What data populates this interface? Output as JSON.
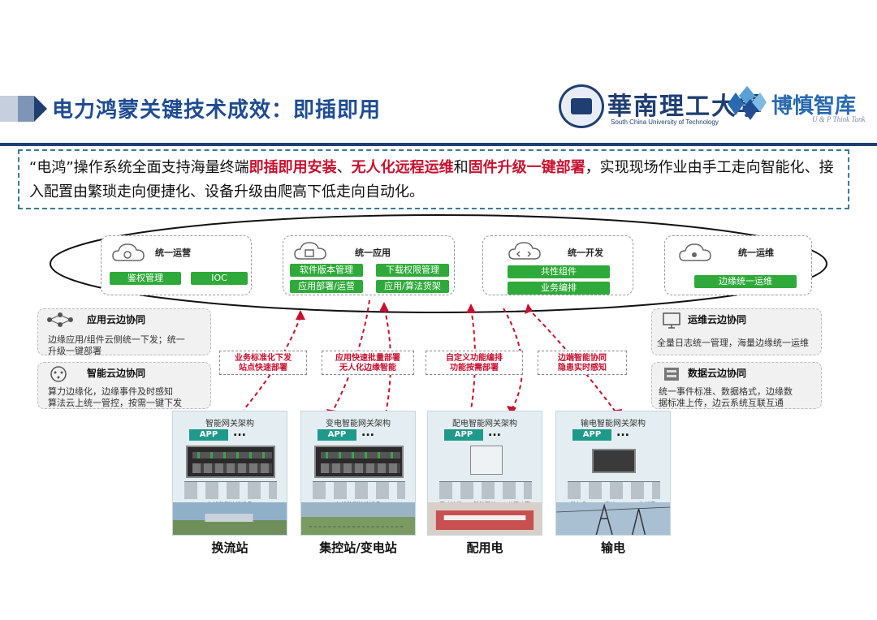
{
  "header": {
    "title": "电力鸿蒙关键技术成效：即插即用",
    "university_cn": "華南理工大學",
    "university_en": "South China University of Technology",
    "tank_cn": "博慎智库",
    "tank_en": "U & P Think Tank"
  },
  "summary": {
    "p1": "“电鸿”操作系统全面支持海量终端",
    "r1": "即插即用安装",
    "p2": "、",
    "r2": "无人化远程运维",
    "p3": "和",
    "r3": "固件升级一键部署",
    "p4": "，实现现场作业由手工走向智能化、接入配置由繁琐走向便捷化、设备升级由爬高下低走向自动化。"
  },
  "cloud": {
    "ops": {
      "title": "统一运营",
      "btn1": "鉴权管理",
      "btn2": "IOC"
    },
    "app": {
      "title": "统一应用",
      "btn1": "软件版本管理",
      "btn2": "下载权限管理",
      "btn3": "应用部署/运营",
      "btn4": "应用/算法货架"
    },
    "dev": {
      "title": "统一开发",
      "btn1": "共性组件",
      "btn2": "业务编排"
    },
    "maint": {
      "title": "统一运维",
      "btn1": "边缘统一运维"
    }
  },
  "side": {
    "left1": {
      "title": "应用云边协同",
      "text1": "边缘应用/组件云侧统一下发；统一",
      "text2": "升级一键部署"
    },
    "left2": {
      "title": "智能云边协同",
      "text1": "算力边缘化，边缘事件及时感知",
      "text2": "算法云上统一管控，按需一键下发"
    },
    "right1": {
      "title": "运维云边协同",
      "text1": "全量日志统一管理，海量边缘统一运维"
    },
    "right2": {
      "title": "数据云边协同",
      "text1": "统一事件标准、数据格式，边缘数",
      "text2": "据标准上传，边云系统互联互通"
    }
  },
  "labels": [
    {
      "l1": "业务标准化下发",
      "l2": "站点快速部署"
    },
    {
      "l1": "应用快速批量部署",
      "l2": "无人化边缘智能"
    },
    {
      "l1": "自定义功能编排",
      "l2": "功能按需部署"
    },
    {
      "l1": "边端智能协同",
      "l2": "隐患实时感知"
    }
  ],
  "sites": [
    {
      "title": "智能网关架构",
      "app": "APP",
      "dots": "...",
      "caption": "在线监测终端设备",
      "name": "换流站"
    },
    {
      "title": "变电智能网关架构",
      "app": "APP",
      "dots": "...",
      "caption": "在线监测终端设备",
      "name": "集控站/变电站"
    },
    {
      "title": "配电智能网关架构",
      "app": "APP",
      "dots": "...",
      "caption": "无功补偿　　智能开关　　分区功率",
      "name": "配用电"
    },
    {
      "title": "输电智能网关架构",
      "app": "APP",
      "dots": "...",
      "caption": "微气象　　　雷达　　　　终端表",
      "name": "输电"
    }
  ],
  "colors": {
    "brand": "#1f4c93",
    "accent_red": "#c8102e",
    "green": "#2faa3a",
    "teal": "#1f9a8a"
  }
}
